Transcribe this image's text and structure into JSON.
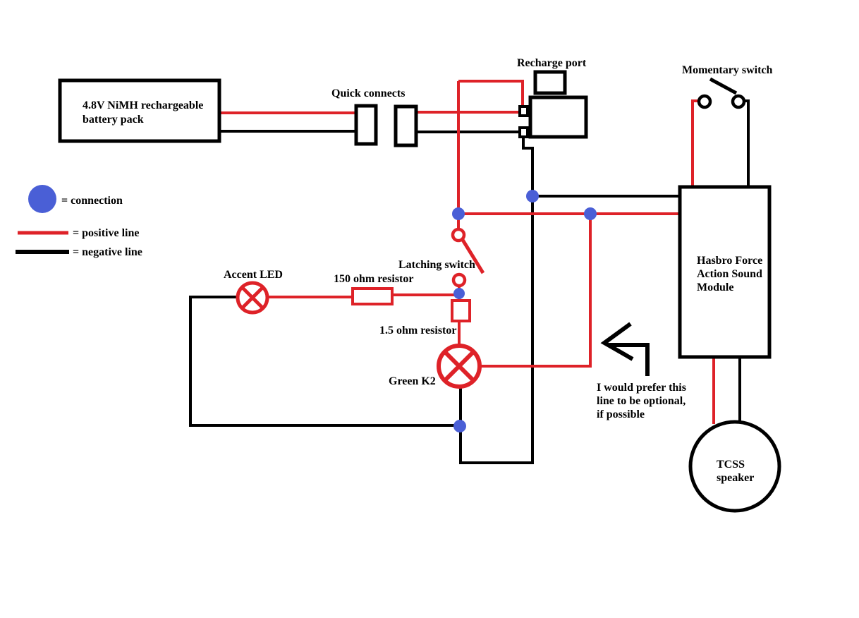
{
  "colors": {
    "positive_line": "#de2228",
    "negative_line": "#000000",
    "connection_dot": "#4a5fd6",
    "background": "#ffffff"
  },
  "legend": {
    "connection": "= connection",
    "positive": "= positive line",
    "negative": "= negative line"
  },
  "components": {
    "battery": {
      "label": "4.8V NiMH rechargeable\nbattery pack"
    },
    "quick_connects": {
      "label": "Quick connects"
    },
    "recharge_port": {
      "label": "Recharge port"
    },
    "momentary_switch": {
      "label": "Momentary switch"
    },
    "sound_module": {
      "label": "Hasbro Force\nAction Sound\nModule"
    },
    "speaker": {
      "label": "TCSS\nspeaker"
    },
    "accent_led": {
      "label": "Accent LED"
    },
    "resistor_150": {
      "label": "150 ohm resistor"
    },
    "latching_switch": {
      "label": "Latching switch"
    },
    "resistor_1_5": {
      "label": "1.5 ohm resistor"
    },
    "green_k2": {
      "label": "Green K2"
    }
  },
  "annotation": {
    "note": "I would prefer this\nline to be optional,\nif possible"
  }
}
